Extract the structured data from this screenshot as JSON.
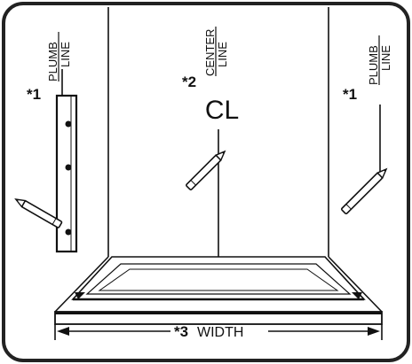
{
  "callouts": {
    "plumb_left": {
      "marker": "*1",
      "line1": "PLUMB",
      "line2": "LINE"
    },
    "center": {
      "marker": "*2",
      "line1": "CENTER",
      "line2": "LINE",
      "symbol": "CL"
    },
    "plumb_right": {
      "marker": "*1",
      "line1": "PLUMB",
      "line2": "LINE"
    },
    "width": {
      "marker": "*3",
      "text": "WIDTH"
    }
  },
  "colors": {
    "ink": "#111111",
    "paper": "#ffffff",
    "frame": "#222222"
  },
  "icons": [
    "pencil-icon",
    "centerline-symbol",
    "double-arrow-icon"
  ]
}
